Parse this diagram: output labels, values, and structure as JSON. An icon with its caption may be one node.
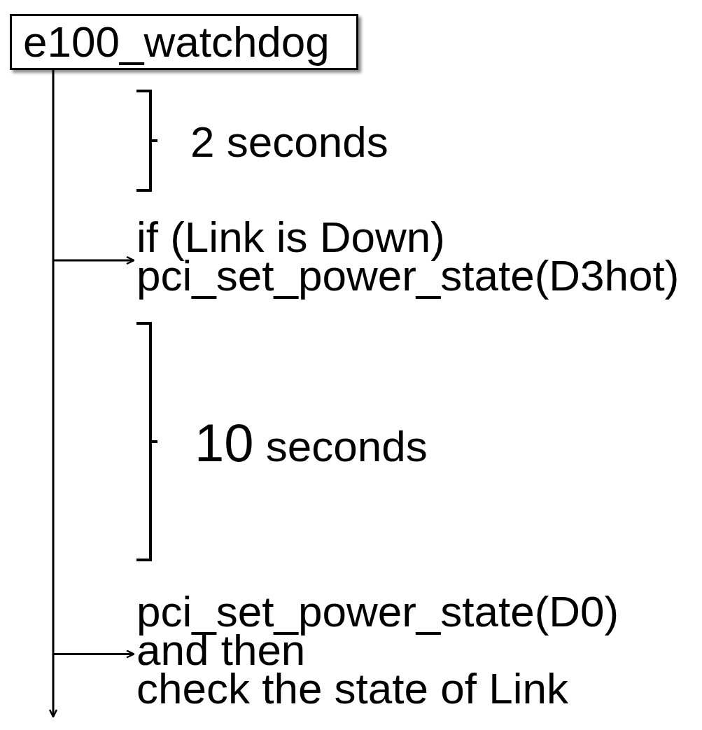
{
  "diagram": {
    "nodes": [
      {
        "text": [
          "e100_watchdog"
        ]
      },
      {
        "text": [
          "if (Link is Down)",
          "pci_set_power_state(D3hot)"
        ]
      },
      {
        "text": [
          "pci_set_power_state(D0)",
          "and then",
          "check the state of Link"
        ]
      }
    ],
    "edges": [
      {
        "from": 0,
        "to": null,
        "arrow": "to"
      },
      {
        "from": null,
        "to": 1,
        "arrow": "to"
      },
      {
        "from": null,
        "to": 2,
        "arrow": "to"
      }
    ],
    "labels": [
      "2 seconds",
      "10 seconds"
    ]
  }
}
